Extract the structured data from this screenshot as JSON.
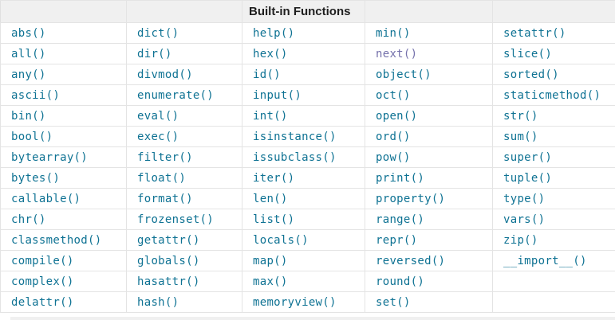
{
  "colors": {
    "link": "#0e7293",
    "visited_link": "#7470ab",
    "header_bg": "#f0f0f0",
    "border": "#e4e4e4",
    "header_text": "#1f1f1f"
  },
  "grid": {
    "header_label": "Built-in Functions",
    "header_column_index": 2,
    "column_count": 5,
    "visited": [
      {
        "row": 1,
        "col": 3
      }
    ],
    "rows": [
      [
        "abs()",
        "dict()",
        "help()",
        "min()",
        "setattr()"
      ],
      [
        "all()",
        "dir()",
        "hex()",
        "next()",
        "slice()"
      ],
      [
        "any()",
        "divmod()",
        "id()",
        "object()",
        "sorted()"
      ],
      [
        "ascii()",
        "enumerate()",
        "input()",
        "oct()",
        "staticmethod()"
      ],
      [
        "bin()",
        "eval()",
        "int()",
        "open()",
        "str()"
      ],
      [
        "bool()",
        "exec()",
        "isinstance()",
        "ord()",
        "sum()"
      ],
      [
        "bytearray()",
        "filter()",
        "issubclass()",
        "pow()",
        "super()"
      ],
      [
        "bytes()",
        "float()",
        "iter()",
        "print()",
        "tuple()"
      ],
      [
        "callable()",
        "format()",
        "len()",
        "property()",
        "type()"
      ],
      [
        "chr()",
        "frozenset()",
        "list()",
        "range()",
        "vars()"
      ],
      [
        "classmethod()",
        "getattr()",
        "locals()",
        "repr()",
        "zip()"
      ],
      [
        "compile()",
        "globals()",
        "map()",
        "reversed()",
        "__import__()"
      ],
      [
        "complex()",
        "hasattr()",
        "max()",
        "round()",
        ""
      ],
      [
        "delattr()",
        "hash()",
        "memoryview()",
        "set()",
        ""
      ]
    ]
  }
}
